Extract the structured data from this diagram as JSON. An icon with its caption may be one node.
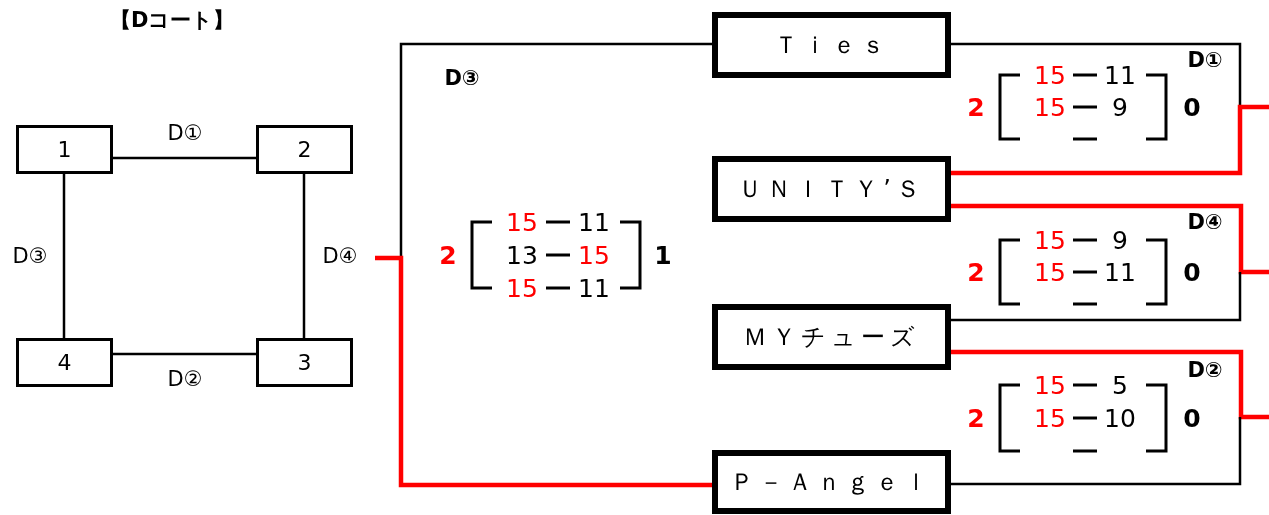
{
  "diagram": {
    "title": "【Dコート】",
    "nodes": [
      {
        "text": [
          "1"
        ]
      },
      {
        "text": [
          "2"
        ]
      },
      {
        "text": [
          "3"
        ]
      },
      {
        "text": [
          "4"
        ]
      },
      {
        "text": [
          "Ｔｉｅｓ"
        ]
      },
      {
        "text": [
          "ＵＮＩＴＹ’Ｓ"
        ]
      },
      {
        "text": [
          "ＭＹチューズ"
        ]
      },
      {
        "text": [
          "Ｐ－Ａｎｇｅｌ"
        ]
      }
    ],
    "edges": [
      {
        "from": 0,
        "to": 1,
        "arrow": "none",
        "label": "D①"
      },
      {
        "from": 3,
        "to": 2,
        "arrow": "none",
        "label": "D②"
      },
      {
        "from": 0,
        "to": 3,
        "arrow": "none",
        "label": "D③"
      },
      {
        "from": 1,
        "to": 2,
        "arrow": "none",
        "label": "D④"
      },
      {
        "from": 4,
        "to": null,
        "arrow": "none"
      },
      {
        "from": 5,
        "to": null,
        "arrow": "none",
        "style": "thick",
        "color": "#ff0000"
      },
      {
        "from": 5,
        "to": null,
        "arrow": "none",
        "style": "thick",
        "color": "#ff0000"
      },
      {
        "from": 6,
        "to": null,
        "arrow": "none"
      },
      {
        "from": 6,
        "to": null,
        "arrow": "none",
        "style": "thick",
        "color": "#ff0000"
      },
      {
        "from": 7,
        "to": null,
        "arrow": "none"
      },
      {
        "from": 4,
        "to": null,
        "arrow": "none"
      },
      {
        "from": 7,
        "to": null,
        "arrow": "none",
        "style": "thick",
        "color": "#ff0000"
      }
    ],
    "labels": [
      "D①",
      "D③",
      "15",
      "11",
      "2",
      "15",
      "9",
      "0",
      "15",
      "11",
      "D④",
      "15",
      "9",
      "2",
      "13",
      "15",
      "1",
      "2",
      "15",
      "11",
      "0",
      "15",
      "11",
      "D②",
      "15",
      "5",
      "2",
      "15",
      "10",
      "0"
    ]
  }
}
